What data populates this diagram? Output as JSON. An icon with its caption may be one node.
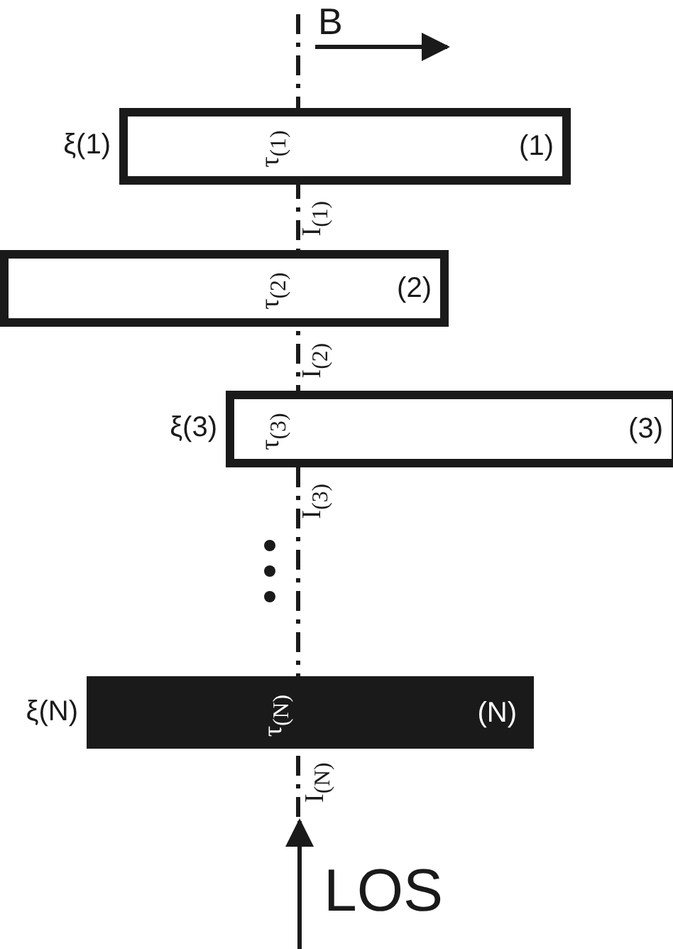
{
  "diagram": {
    "nodes": [
      {
        "text": [
          "τ$_{(1)}$",
          "(1)"
        ],
        "beside": [
          "ξ(1)",
          "I$_{(1)}$"
        ]
      },
      {
        "text": [
          "τ$_{(2)}$",
          "(2)"
        ],
        "beside": [
          "I$_{(2)}$"
        ]
      },
      {
        "text": [
          "τ$_{(3)}$",
          "(3)"
        ],
        "beside": [
          "ξ(3)",
          "I$_{(3)}$"
        ]
      },
      {
        "text": [
          "τ$_{(N)}$",
          "(N)"
        ],
        "beside": [
          "ξ(N)",
          "I$_{(N)}$"
        ]
      }
    ],
    "labels": [
      "B",
      "LOS"
    ]
  }
}
